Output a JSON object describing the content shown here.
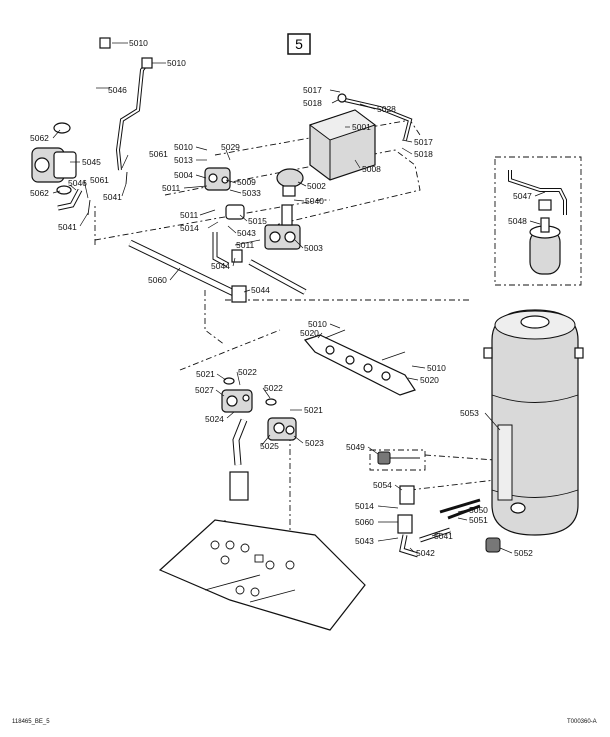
{
  "section_number": "5",
  "footer_left": "118465_BE_5",
  "footer_right": "T000360-A",
  "callouts": {
    "c5010a": "5010",
    "c5010b": "5010",
    "c5046": "5046",
    "c5062a": "5062",
    "c5045": "5045",
    "c5062b": "5062",
    "c5046b": "5046",
    "c5061a": "5061",
    "c5041a": "5041",
    "c5061b": "5061",
    "c5041b": "5041",
    "c5010c": "5010",
    "c5029": "5029",
    "c5013": "5013",
    "c5004": "5004",
    "c5011a": "5011",
    "c5009": "5009",
    "c5033": "5033",
    "c5011b": "5011",
    "c5014a": "5014",
    "c5015": "5015",
    "c5043a": "5043",
    "c5011c": "5011",
    "c5044a": "5044",
    "c5044b": "5044",
    "c5060": "5060",
    "c5002": "5002",
    "c5040": "5040",
    "c5003": "5003",
    "c5017a": "5017",
    "c5018a": "5018",
    "c5028": "5028",
    "c5001": "5001",
    "c5017b": "5017",
    "c5018b": "5018",
    "c5008": "5008",
    "c5047": "5047",
    "c5048": "5048",
    "c5010d": "5010",
    "c5020a": "5020",
    "c5010e": "5010",
    "c5020b": "5020",
    "c5021a": "5021",
    "c5022a": "5022",
    "c5027": "5027",
    "c5022b": "5022",
    "c5021b": "5021",
    "c5024": "5024",
    "c5025": "5025",
    "c5023": "5023",
    "c5053": "5053",
    "c5049": "5049",
    "c5054": "5054",
    "c5014b": "5014",
    "c5060b": "5060",
    "c5043b": "5043",
    "c5042": "5042",
    "c5041c": "5041",
    "c5050": "5050",
    "c5051": "5051",
    "c5052": "5052"
  }
}
